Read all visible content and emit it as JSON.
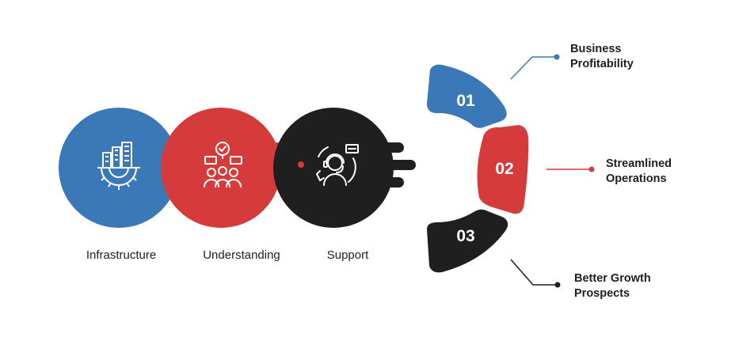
{
  "pillars": [
    {
      "label": "Infrastructure",
      "icon": "city-gear-icon",
      "color": "#3a78b8"
    },
    {
      "label": "Understanding",
      "icon": "team-discussion-icon",
      "color": "#d63b3b"
    },
    {
      "label": "Support",
      "icon": "customer-support-icon",
      "color": "#1f1f1f"
    }
  ],
  "segments": [
    {
      "number": "01",
      "color": "#3a78b8"
    },
    {
      "number": "02",
      "color": "#d63b3b"
    },
    {
      "number": "03",
      "color": "#1f1f1f"
    }
  ],
  "outcomes": [
    {
      "line1": "Business",
      "line2": "Profitability",
      "color": "#3a78b8"
    },
    {
      "line1": "Streamlined",
      "line2": "Operations",
      "color": "#d63b3b"
    },
    {
      "line1": "Better Growth",
      "line2": "Prospects",
      "color": "#1f1f1f"
    }
  ]
}
